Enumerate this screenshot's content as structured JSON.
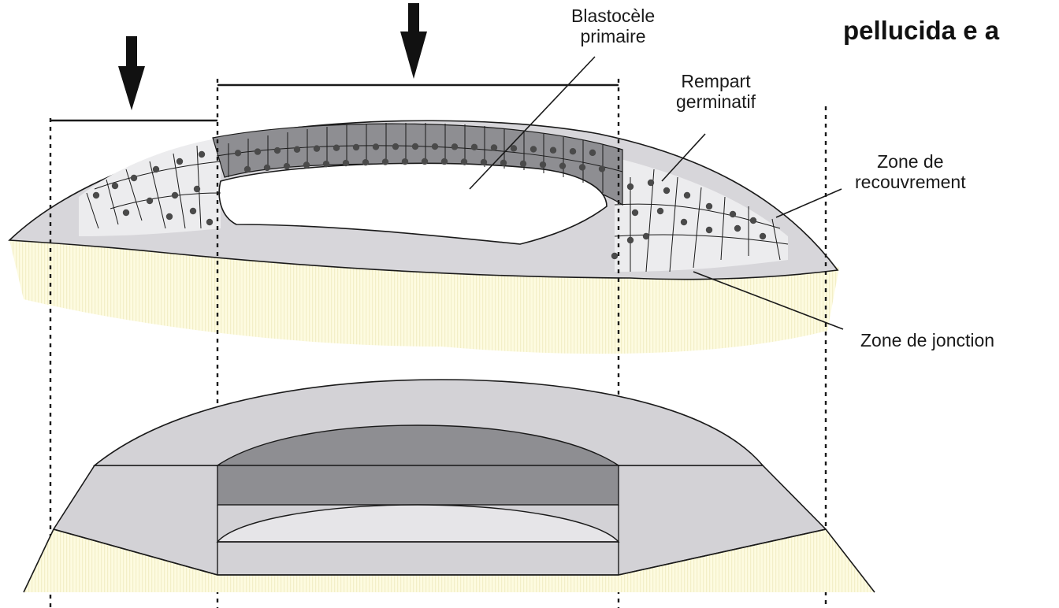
{
  "title_fragment": "pellucida e a",
  "labels": {
    "blastocele": [
      "Blastocèle",
      "primaire"
    ],
    "rempart": [
      "Rempart",
      "germinatif"
    ],
    "recouvrement": [
      "Zone de",
      "recouvrement"
    ],
    "jonction": "Zone de jonction"
  },
  "colors": {
    "cell_light": "#e9e9ea",
    "cell_dark": "#8e8e92",
    "tissue_gray": "#d3d2d6",
    "yolk": "#fdfbe0",
    "nucleus": "#555555",
    "line": "#1a1a1a"
  },
  "icons": [
    "arrow-down-icon",
    "arrow-down-icon"
  ]
}
